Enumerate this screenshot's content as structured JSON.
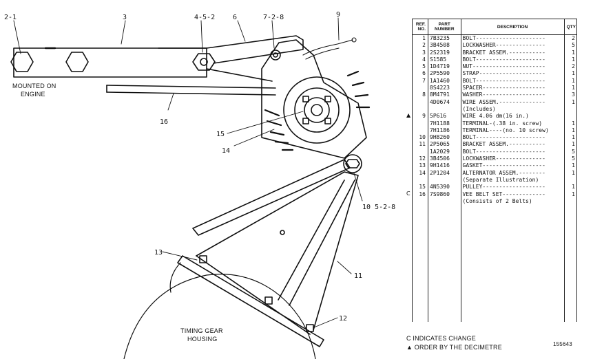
{
  "drawing": {
    "callouts": [
      "2-1",
      "3",
      "4-5-2",
      "6",
      "7-2-8",
      "9",
      "16",
      "15",
      "14",
      "10 5-2-8",
      "13",
      "11",
      "12"
    ],
    "notes": {
      "mounted_line1": "MOUNTED ON",
      "mounted_line2": "ENGINE",
      "timing_line1": "TIMING GEAR",
      "timing_line2": "HOUSING"
    }
  },
  "table": {
    "headers": {
      "ref_line1": "REF.",
      "ref_line2": "NO.",
      "part_line1": "PART",
      "part_line2": "NUMBER",
      "desc": "DESCRIPTION",
      "qty": "QTY"
    },
    "rows": [
      {
        "mark": "",
        "ref": "1",
        "part": "7B3235",
        "desc": "BOLT---------------------",
        "qty": "2"
      },
      {
        "mark": "",
        "ref": "2",
        "part": "3B4508",
        "desc": "LOCKWASHER---------------",
        "qty": "5"
      },
      {
        "mark": "",
        "ref": "3",
        "part": "2S2319",
        "desc": "BRACKET ASSEM.-----------",
        "qty": "1"
      },
      {
        "mark": "",
        "ref": "4",
        "part": "S1585",
        "desc": "BOLT---------------------",
        "qty": "1"
      },
      {
        "mark": "",
        "ref": "5",
        "part": "1D4719",
        "desc": "NUT----------------------",
        "qty": "2"
      },
      {
        "mark": "",
        "ref": "6",
        "part": "2P5590",
        "desc": "STRAP--------------------",
        "qty": "1"
      },
      {
        "mark": "",
        "ref": "7",
        "part": "1A1460",
        "desc": "BOLT---------------------",
        "qty": "1"
      },
      {
        "mark": "",
        "ref": "",
        "part": "8S4223",
        "desc": "SPACER-------------------",
        "qty": "1"
      },
      {
        "mark": "",
        "ref": "8",
        "part": "8M4791",
        "desc": "WASHER-------------------",
        "qty": "3"
      },
      {
        "mark": "",
        "ref": "",
        "part": "4D0674",
        "desc": "WIRE ASSEM.--------------",
        "qty": "1"
      },
      {
        "mark": "",
        "ref": "",
        "part": "",
        "desc": "  (Includes)",
        "qty": ""
      },
      {
        "mark": "▲",
        "ref": "9",
        "part": "5P616",
        "desc": "  WIRE       4.06 dm(16 in.)",
        "qty": ""
      },
      {
        "mark": "",
        "ref": "",
        "part": "7H1188",
        "desc": "  TERMINAL-(.38 in. screw)",
        "qty": "1"
      },
      {
        "mark": "",
        "ref": "",
        "part": "7H1186",
        "desc": "  TERMINAL----(no. 10 screw)",
        "qty": "1"
      },
      {
        "mark": "",
        "ref": "10",
        "part": "9H8260",
        "desc": "BOLT---------------------",
        "qty": "1"
      },
      {
        "mark": "",
        "ref": "11",
        "part": "2P5065",
        "desc": "BRACKET ASSEM.-----------",
        "qty": "1"
      },
      {
        "mark": "",
        "ref": "",
        "part": "1A2029",
        "desc": "BOLT---------------------",
        "qty": "5"
      },
      {
        "mark": "",
        "ref": "12",
        "part": "3B4506",
        "desc": "LOCKWASHER---------------",
        "qty": "5"
      },
      {
        "mark": "",
        "ref": "13",
        "part": "9H1416",
        "desc": "GASKET-------------------",
        "qty": "1"
      },
      {
        "mark": "",
        "ref": "14",
        "part": "2P1204",
        "desc": "ALTERNATOR ASSEM.--------",
        "qty": "1"
      },
      {
        "mark": "",
        "ref": "",
        "part": "",
        "desc": "  (Separate Illustration)",
        "qty": ""
      },
      {
        "mark": "",
        "ref": "15",
        "part": "4N5390",
        "desc": "PULLEY-------------------",
        "qty": "1"
      },
      {
        "mark": "C",
        "ref": "16",
        "part": "7S9860",
        "desc": "VEE BELT SET-------------",
        "qty": "1"
      },
      {
        "mark": "",
        "ref": "",
        "part": "",
        "desc": "  (Consists of 2 Belts)",
        "qty": ""
      }
    ]
  },
  "legend": {
    "change": "C INDICATES CHANGE",
    "decimetre": "▲ ORDER BY THE DECIMETRE",
    "ref_number": "155643"
  }
}
